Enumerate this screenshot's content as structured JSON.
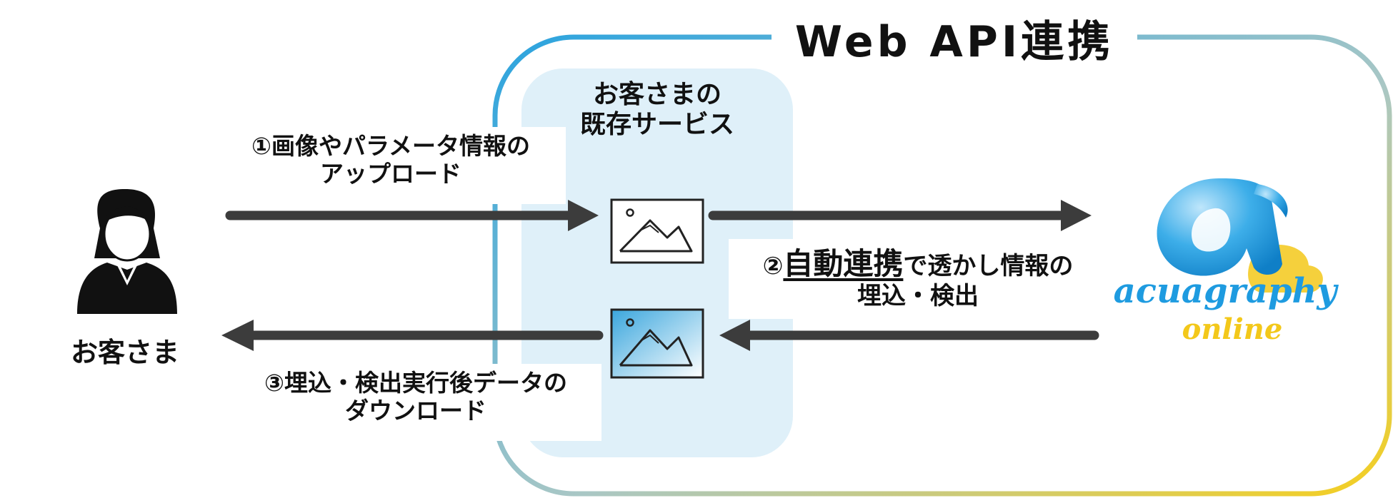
{
  "diagram": {
    "title": "Web API連携",
    "service_box": {
      "line1": "お客さまの",
      "line2": "既存サービス"
    },
    "customer_label": "お客さま",
    "step1": {
      "line1": "①画像やパラメータ情報の",
      "line2": "アップロード"
    },
    "step2": {
      "prefix": "②",
      "emphasis": "自動連携",
      "rest": "で透かし情報の",
      "line2": "埋込・検出"
    },
    "step3": {
      "line1": "③埋込・検出実行後データの",
      "line2": "ダウンロード"
    },
    "logo": {
      "word1": "acuagraphy",
      "word2": "online"
    },
    "colors": {
      "frame_left": "#2aa3df",
      "frame_right": "#f6cf1e",
      "service_fill": "#dff0f9",
      "arrow": "#3c3c3c",
      "logo_blue": "#1e9be0",
      "logo_yellow": "#f3c81a"
    },
    "icons": [
      "person-icon",
      "image-icon",
      "image-processed-icon",
      "acuagraphy-logo"
    ]
  }
}
